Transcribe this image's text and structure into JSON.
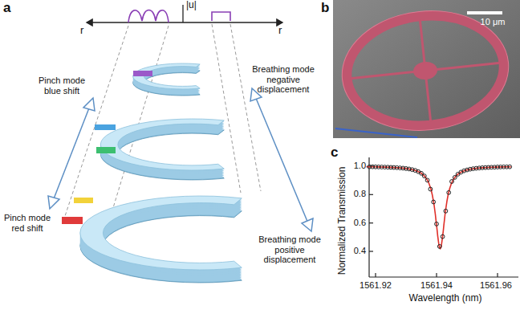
{
  "diagram": {
    "labels": [
      "a",
      "|u|",
      "r",
      "r",
      "Pinch mode blue shift",
      "Breathing mode negative displacement",
      "Pinch mode red shift",
      "Breathing mode positive displacement",
      "b",
      "10 μm",
      "c",
      "Normalized Transmission",
      "1.0",
      "0.8",
      "0.6",
      "0.4",
      "1561.92",
      "1561.94",
      "1561.96",
      "Wavelength (nm)"
    ]
  }
}
